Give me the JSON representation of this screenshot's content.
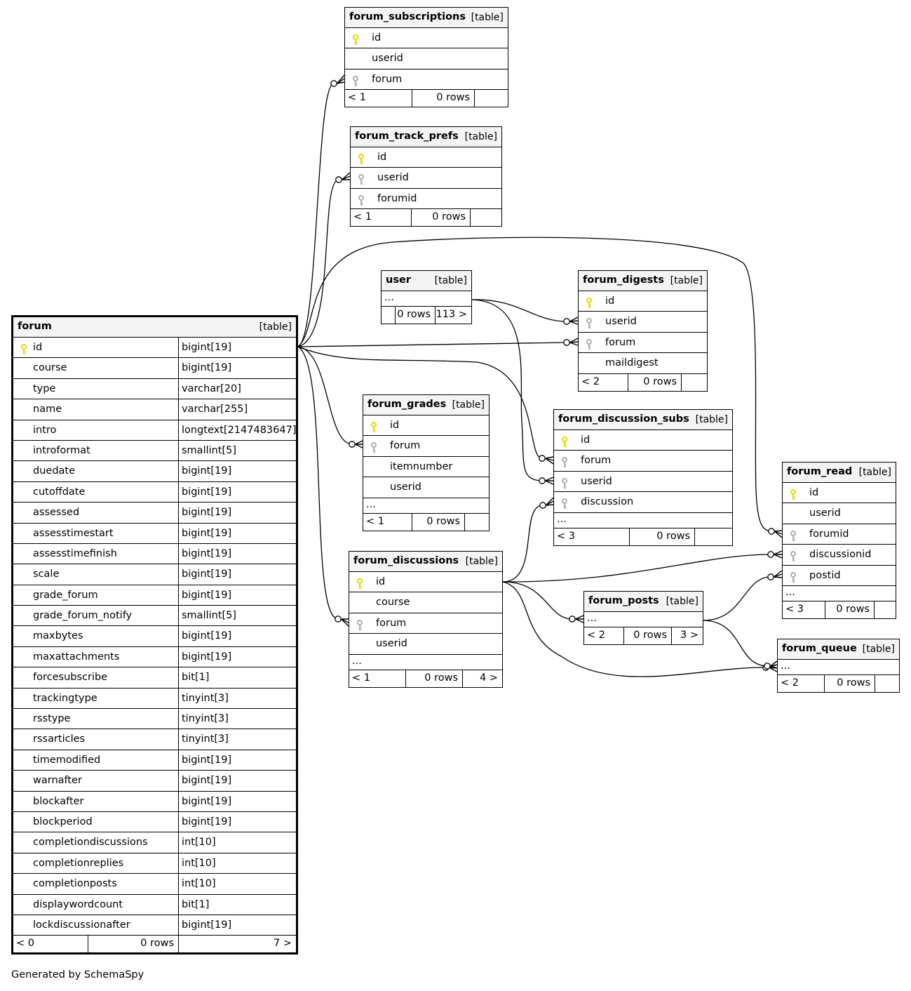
{
  "footer": "Generated by SchemaSpy",
  "tables": {
    "forum": {
      "name": "forum",
      "kind": "[table]",
      "columns": [
        {
          "name": "id",
          "type": "bigint[19]",
          "key": "pk"
        },
        {
          "name": "course",
          "type": "bigint[19]"
        },
        {
          "name": "type",
          "type": "varchar[20]"
        },
        {
          "name": "name",
          "type": "varchar[255]"
        },
        {
          "name": "intro",
          "type": "longtext[2147483647]"
        },
        {
          "name": "introformat",
          "type": "smallint[5]"
        },
        {
          "name": "duedate",
          "type": "bigint[19]"
        },
        {
          "name": "cutoffdate",
          "type": "bigint[19]"
        },
        {
          "name": "assessed",
          "type": "bigint[19]"
        },
        {
          "name": "assesstimestart",
          "type": "bigint[19]"
        },
        {
          "name": "assesstimefinish",
          "type": "bigint[19]"
        },
        {
          "name": "scale",
          "type": "bigint[19]"
        },
        {
          "name": "grade_forum",
          "type": "bigint[19]"
        },
        {
          "name": "grade_forum_notify",
          "type": "smallint[5]"
        },
        {
          "name": "maxbytes",
          "type": "bigint[19]"
        },
        {
          "name": "maxattachments",
          "type": "bigint[19]"
        },
        {
          "name": "forcesubscribe",
          "type": "bit[1]"
        },
        {
          "name": "trackingtype",
          "type": "tinyint[3]"
        },
        {
          "name": "rsstype",
          "type": "tinyint[3]"
        },
        {
          "name": "rssarticles",
          "type": "tinyint[3]"
        },
        {
          "name": "timemodified",
          "type": "bigint[19]"
        },
        {
          "name": "warnafter",
          "type": "bigint[19]"
        },
        {
          "name": "blockafter",
          "type": "bigint[19]"
        },
        {
          "name": "blockperiod",
          "type": "bigint[19]"
        },
        {
          "name": "completiondiscussions",
          "type": "int[10]"
        },
        {
          "name": "completionreplies",
          "type": "int[10]"
        },
        {
          "name": "completionposts",
          "type": "int[10]"
        },
        {
          "name": "displaywordcount",
          "type": "bit[1]"
        },
        {
          "name": "lockdiscussionafter",
          "type": "bigint[19]"
        }
      ],
      "footer": {
        "parents": "< 0",
        "rows": "0 rows",
        "children": "7 >"
      }
    },
    "forum_subscriptions": {
      "name": "forum_subscriptions",
      "kind": "[table]",
      "columns": [
        {
          "name": "id",
          "key": "pk"
        },
        {
          "name": "userid"
        },
        {
          "name": "forum",
          "key": "fk"
        }
      ],
      "footer": {
        "parents": "< 1",
        "rows": "0 rows",
        "children": ""
      }
    },
    "forum_track_prefs": {
      "name": "forum_track_prefs",
      "kind": "[table]",
      "columns": [
        {
          "name": "id",
          "key": "pk"
        },
        {
          "name": "userid",
          "key": "fk"
        },
        {
          "name": "forumid",
          "key": "fk"
        }
      ],
      "footer": {
        "parents": "< 1",
        "rows": "0 rows",
        "children": ""
      }
    },
    "user": {
      "name": "user",
      "kind": "[table]",
      "ellipsis": "...",
      "footer": {
        "parents": "",
        "rows": "0 rows",
        "children": "113 >"
      }
    },
    "forum_digests": {
      "name": "forum_digests",
      "kind": "[table]",
      "columns": [
        {
          "name": "id",
          "key": "pk"
        },
        {
          "name": "userid",
          "key": "fk"
        },
        {
          "name": "forum",
          "key": "fk"
        },
        {
          "name": "maildigest"
        }
      ],
      "footer": {
        "parents": "< 2",
        "rows": "0 rows",
        "children": ""
      }
    },
    "forum_grades": {
      "name": "forum_grades",
      "kind": "[table]",
      "columns": [
        {
          "name": "id",
          "key": "pk"
        },
        {
          "name": "forum",
          "key": "fk"
        },
        {
          "name": "itemnumber"
        },
        {
          "name": "userid"
        }
      ],
      "ellipsis": "...",
      "footer": {
        "parents": "< 1",
        "rows": "0 rows",
        "children": ""
      }
    },
    "forum_discussion_subs": {
      "name": "forum_discussion_subs",
      "kind": "[table]",
      "columns": [
        {
          "name": "id",
          "key": "pk"
        },
        {
          "name": "forum",
          "key": "fk"
        },
        {
          "name": "userid",
          "key": "fk"
        },
        {
          "name": "discussion",
          "key": "fk"
        }
      ],
      "ellipsis": "...",
      "footer": {
        "parents": "< 3",
        "rows": "0 rows",
        "children": ""
      }
    },
    "forum_discussions": {
      "name": "forum_discussions",
      "kind": "[table]",
      "columns": [
        {
          "name": "id",
          "key": "pk"
        },
        {
          "name": "course"
        },
        {
          "name": "forum",
          "key": "fk"
        },
        {
          "name": "userid"
        }
      ],
      "ellipsis": "...",
      "footer": {
        "parents": "< 1",
        "rows": "0 rows",
        "children": "4 >"
      }
    },
    "forum_posts": {
      "name": "forum_posts",
      "kind": "[table]",
      "ellipsis": "...",
      "footer": {
        "parents": "< 2",
        "rows": "0 rows",
        "children": "3 >"
      }
    },
    "forum_read": {
      "name": "forum_read",
      "kind": "[table]",
      "columns": [
        {
          "name": "id",
          "key": "pk"
        },
        {
          "name": "userid"
        },
        {
          "name": "forumid",
          "key": "fk"
        },
        {
          "name": "discussionid",
          "key": "fk"
        },
        {
          "name": "postid",
          "key": "fk"
        }
      ],
      "ellipsis": "...",
      "footer": {
        "parents": "< 3",
        "rows": "0 rows",
        "children": ""
      }
    },
    "forum_queue": {
      "name": "forum_queue",
      "kind": "[table]",
      "ellipsis": "...",
      "footer": {
        "parents": "< 2",
        "rows": "0 rows",
        "children": ""
      }
    }
  },
  "colors": {
    "primary_key": "#e8d800",
    "foreign_key": "#b0b0b0",
    "header_bg": "#f4f4f4"
  }
}
